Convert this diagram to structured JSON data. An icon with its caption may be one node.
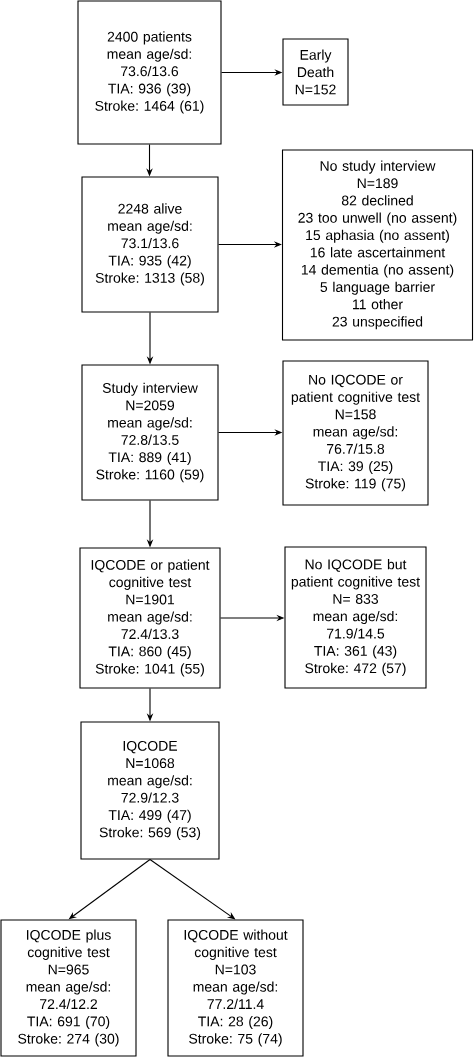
{
  "diagram": {
    "nodes": [
      {
        "text": [
          "2400 patients",
          "mean age/sd: 73.6/13.6",
          "TIA: 936 (39)",
          "Stroke: 1464 (61)"
        ]
      },
      {
        "text": [
          "Early Death",
          "N=152"
        ]
      },
      {
        "text": [
          "2248 alive",
          "mean age/sd: 73.1/13.6",
          "TIA: 935 (42)",
          "Stroke: 1313 (58)"
        ]
      },
      {
        "text": [
          "No study interview",
          "N=189",
          "82 declined",
          "23 too unwell (no assent)",
          "15 aphasia (no assent)",
          "16 late ascertainment",
          "14 dementia (no assent)",
          "5 language barrier",
          "11 other",
          "23 unspecified"
        ]
      },
      {
        "text": [
          "Study interview",
          "N=2059",
          "mean age/sd: 72.8/13.5",
          "TIA: 889 (41)",
          "Stroke: 1160 (59)"
        ]
      },
      {
        "text": [
          "No IQCODE or patient cognitive test",
          "N=158",
          "mean age/sd: 76.7/15.8",
          "TIA: 39 (25)",
          "Stroke: 119 (75)"
        ]
      },
      {
        "text": [
          "IQCODE or patient cognitive test",
          "N=1901",
          "mean age/sd: 72.4/13.3",
          "TIA: 860 (45)",
          "Stroke: 1041 (55)"
        ]
      },
      {
        "text": [
          "No IQCODE but patient cognitive test",
          "N= 833",
          "mean age/sd: 71.9/14.5",
          "TIA: 361 (43)",
          "Stroke: 472 (57)"
        ]
      },
      {
        "text": [
          "IQCODE",
          "N=1068",
          "mean age/sd: 72.9/12.3",
          "TIA: 499 (47)",
          "Stroke: 569 (53)"
        ]
      },
      {
        "text": [
          "IQCODE plus cognitive test",
          "N=965",
          "mean age/sd: 72.4/12.2",
          "TIA: 691 (70)",
          "Stroke: 274 (30)"
        ]
      },
      {
        "text": [
          "IQCODE without cognitive test",
          "N=103",
          "mean age/sd: 77.2/11.4",
          "TIA: 28 (26)",
          "Stroke: 75 (74)"
        ]
      }
    ],
    "edges": [
      {
        "from": 0,
        "to": 1,
        "arrow": "to"
      },
      {
        "from": 0,
        "to": 2,
        "arrow": "to"
      },
      {
        "from": 2,
        "to": 3,
        "arrow": "to"
      },
      {
        "from": 2,
        "to": 4,
        "arrow": "to"
      },
      {
        "from": 4,
        "to": 5,
        "arrow": "to"
      },
      {
        "from": 4,
        "to": 6,
        "arrow": "to"
      },
      {
        "from": 6,
        "to": 7,
        "arrow": "to"
      },
      {
        "from": 6,
        "to": 8,
        "arrow": "to"
      },
      {
        "from": 8,
        "to": 9,
        "arrow": "to"
      },
      {
        "from": 8,
        "to": 10,
        "arrow": "to"
      }
    ]
  }
}
